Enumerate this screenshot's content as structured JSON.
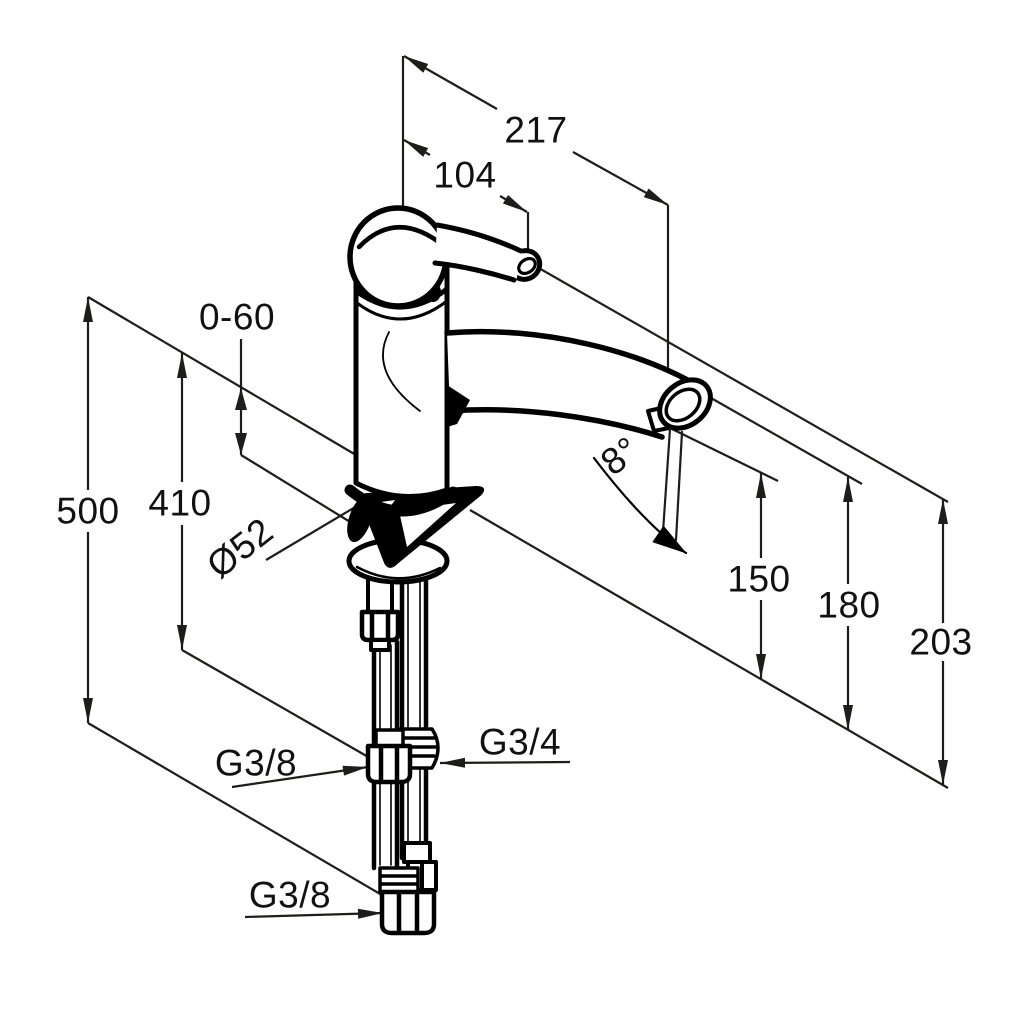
{
  "drawing": {
    "kind": "technical dimension drawing",
    "subject": "single-lever sink mixer tap with supply hoses"
  },
  "colors": {
    "background": "#ffffff",
    "part_lines": "#000000",
    "dimension_lines": "#1d1d1b",
    "label_text": "#111111"
  },
  "dims": {
    "d217": "217",
    "d104": "104",
    "d0_60": "0-60",
    "d500": "500",
    "d410": "410",
    "dia52": "Ø52",
    "angle8": "8°",
    "d150": "150",
    "d180": "180",
    "d203": "203",
    "g38_upper": "G3/8",
    "g34": "G3/4",
    "g38_lower": "G3/8"
  }
}
